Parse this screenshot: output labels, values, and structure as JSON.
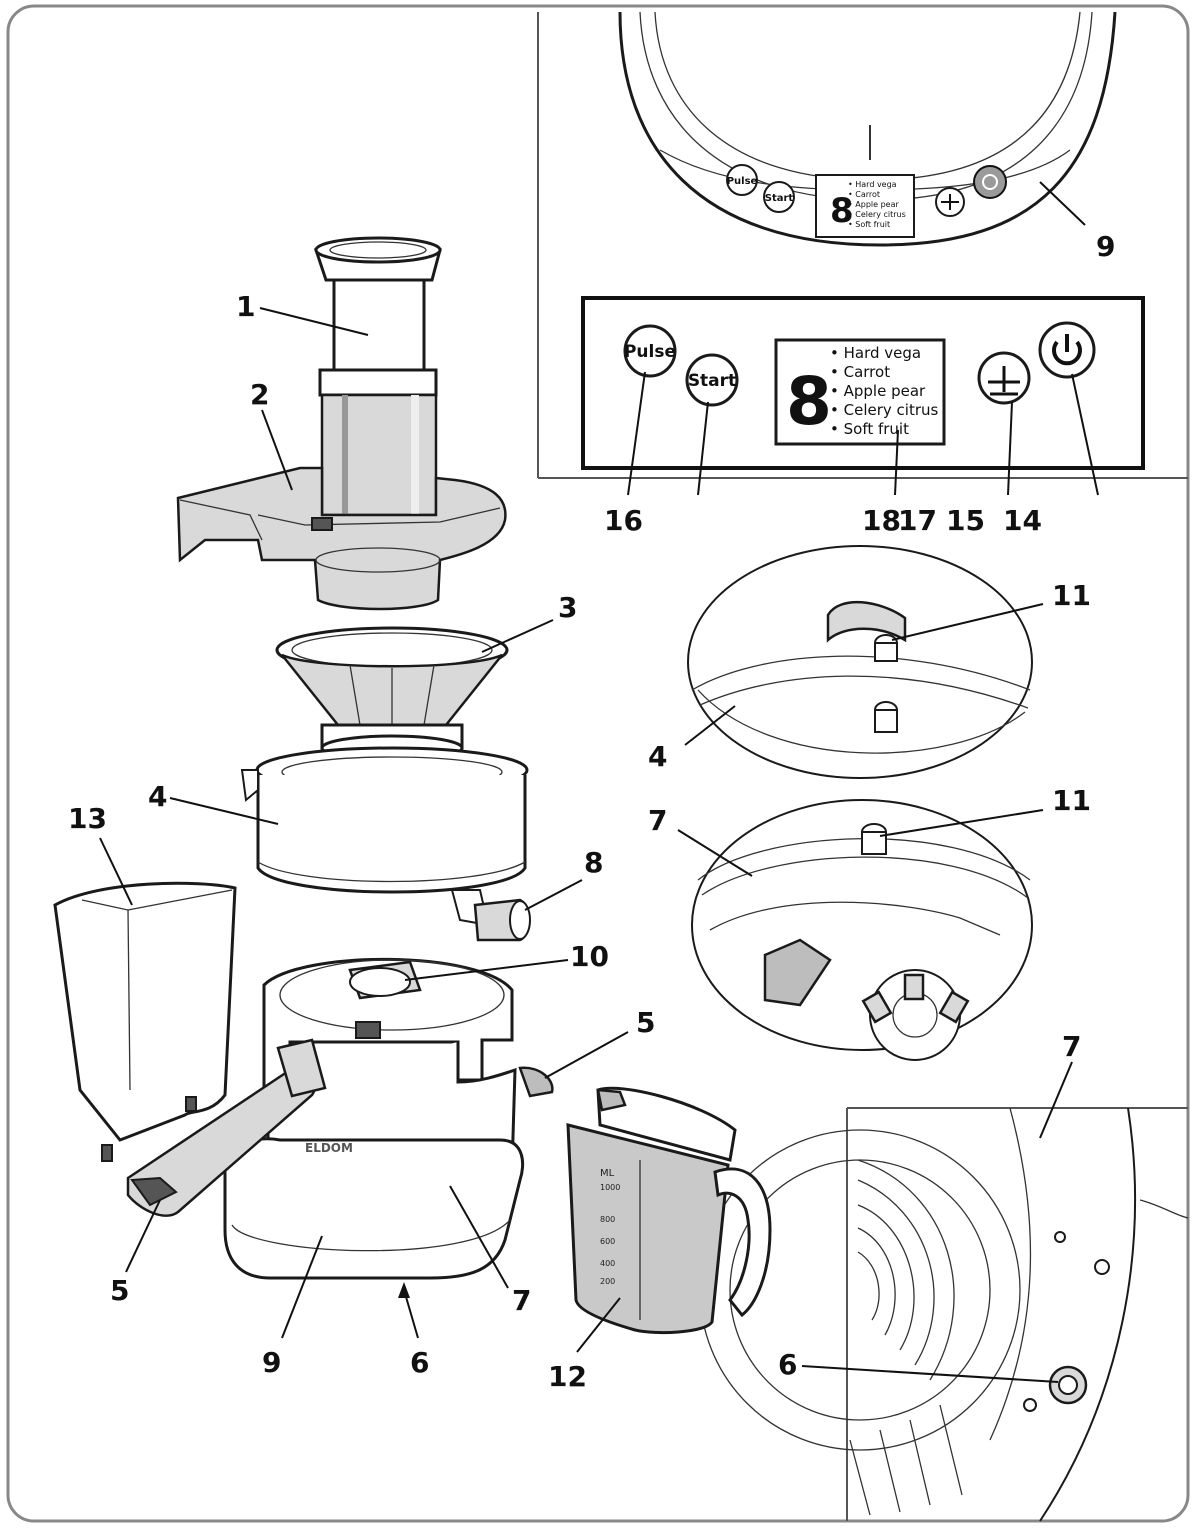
{
  "callouts": {
    "n1": "1",
    "n2": "2",
    "n3": "3",
    "n4a": "4",
    "n4b": "4",
    "n5a": "5",
    "n5b": "5",
    "n6a": "6",
    "n6b": "6",
    "n7a": "7",
    "n7b": "7",
    "n7c": "7",
    "n8": "8",
    "n9a": "9",
    "n9b": "9",
    "n10": "10",
    "n11a": "11",
    "n11b": "11",
    "n12": "12",
    "n13": "13",
    "n14": "14",
    "n15": "15",
    "n16": "16",
    "n17": "17",
    "n18": "18"
  },
  "panel": {
    "pulse": "Pulse",
    "start": "Start",
    "digit": "8",
    "menu": [
      "• Hard vega",
      "• Carrot",
      "• Apple pear",
      "• Celery citrus",
      "• Soft fruit"
    ]
  },
  "jug": {
    "unit": "ML",
    "marks": [
      "1000",
      "800",
      "600",
      "400",
      "200"
    ]
  },
  "base_brand": "ELDOM"
}
